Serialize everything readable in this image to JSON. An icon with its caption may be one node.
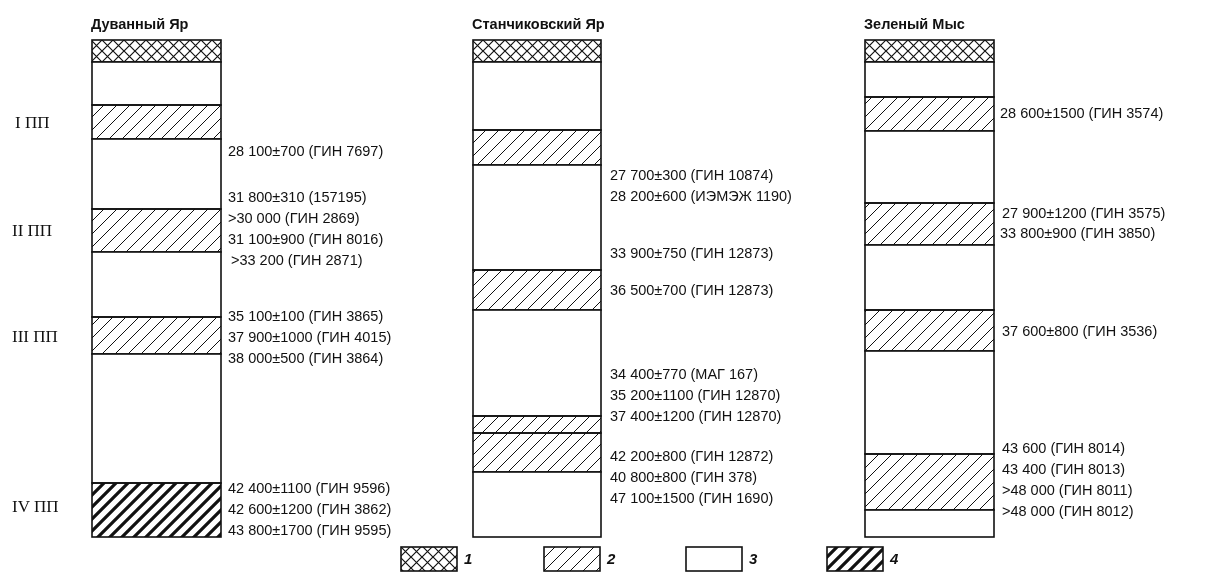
{
  "diagram": {
    "nodes": [
      {
        "text": [
          "Дуванный Яр"
        ]
      },
      {
        "text": [
          "Станчиковский Яр"
        ]
      },
      {
        "text": [
          "Зеленый Мыс"
        ]
      }
    ],
    "labels": [
      "I ПП",
      "II ПП",
      "III ПП",
      "IV ПП",
      "28 100±700 (ГИН 7697)",
      "31 800±310 (157195)",
      ">30 000 (ГИН 2869)",
      "31 100±900 (ГИН 8016)",
      ">33 200 (ГИН 2871)",
      "35 100±100 (ГИН 3865)",
      "37 900±1000 (ГИН 4015)",
      "38 000±500 (ГИН 3864)",
      "42 400±1100 (ГИН 9596)",
      "42 600±1200 (ГИН 3862)",
      "43 800±1700 (ГИН 9595)",
      "27 700±300 (ГИН 10874)",
      "28 200±600 (ИЭМЭЖ 1190)",
      "33 900±750 (ГИН 12873)",
      "36 500±700 (ГИН 12873)",
      "34 400±770 (МАГ 167)",
      "35 200±1100 (ГИН 12870)",
      "37 400±1200 (ГИН 12870)",
      "42 200±800 (ГИН 12872)",
      "40 800±800 (ГИН 378)",
      "47 100±1500 (ГИН 1690)",
      "28 600±1500 (ГИН 3574)",
      "27 900±1200 (ГИН 3575)",
      "33 800±900 (ГИН 3850)",
      "37 600±800 (ГИН 3536)",
      "43 600 (ГИН 8014)",
      "43 400 (ГИН 8013)",
      ">48 000 (ГИН 8011)",
      ">48 000 (ГИН 8012)"
    ],
    "legend": [
      {
        "text": "1"
      },
      {
        "text": "2"
      },
      {
        "text": "3"
      },
      {
        "text": "4"
      }
    ]
  }
}
